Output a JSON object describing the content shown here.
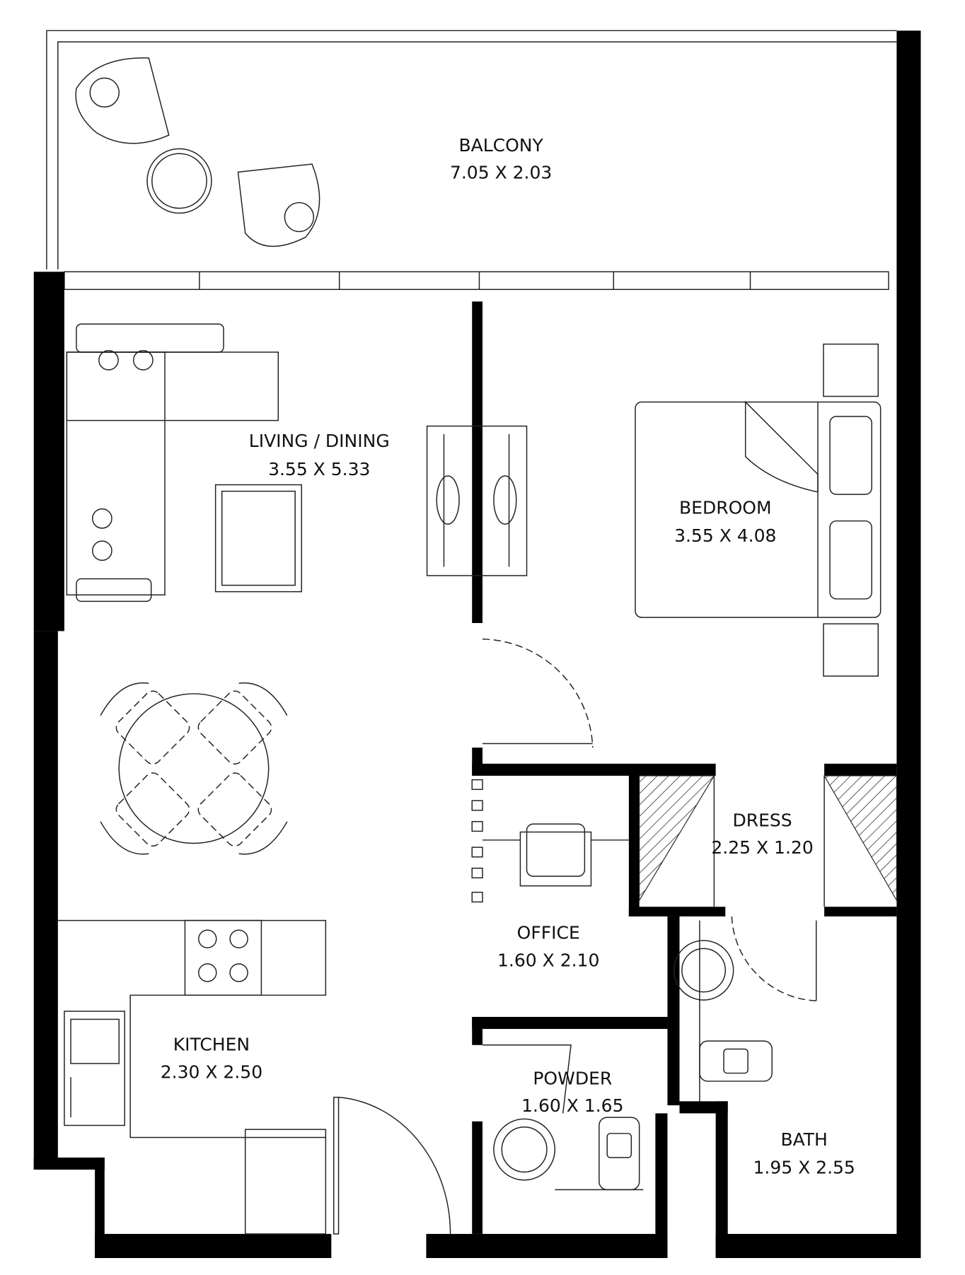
{
  "plan": {
    "rooms": [
      {
        "name": "BALCONY",
        "size": "7.05 X 2.03"
      },
      {
        "name": "LIVING / DINING",
        "size": "3.55 X 5.33"
      },
      {
        "name": "BEDROOM",
        "size": "3.55 X 4.08"
      },
      {
        "name": "DRESS",
        "size": "2.25 X 1.20"
      },
      {
        "name": "OFFICE",
        "size": "1.60 X 2.10"
      },
      {
        "name": "KITCHEN",
        "size": "2.30 X 2.50"
      },
      {
        "name": "POWDER",
        "size": "1.60 X 1.65"
      },
      {
        "name": "BATH",
        "size": "1.95 X 2.55"
      }
    ],
    "wall_color": "#000000",
    "line_color": "#222222"
  }
}
